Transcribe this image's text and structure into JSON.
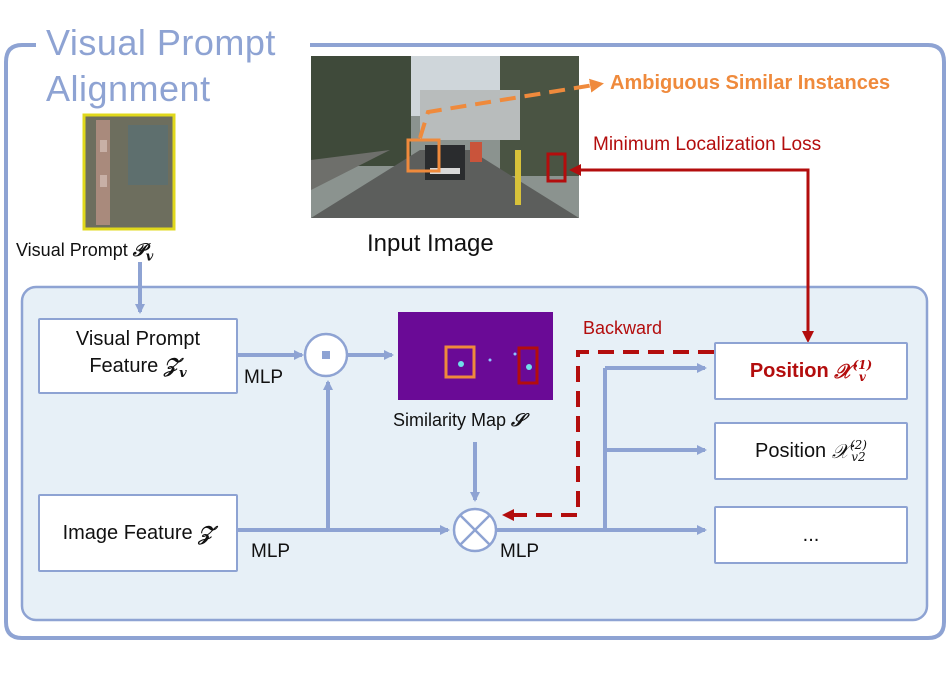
{
  "title": "Visual Prompt\nAlignment",
  "labels": {
    "ambiguous": "Ambiguous Similar Instances",
    "min_loss": "Minimum Localization Loss",
    "input_image": "Input Image",
    "visual_prompt": "Visual Prompt",
    "visual_prompt_symbol": "𝒫",
    "visual_prompt_sub": "v",
    "backward": "Backward",
    "similarity_map": "Similarity Map",
    "similarity_symbol": "𝒮",
    "mlp_top": "MLP",
    "mlp_bottom": "MLP",
    "mlp_right": "MLP"
  },
  "boxes": {
    "vp_feature_line1": "Visual Prompt",
    "vp_feature_line2": "Feature",
    "vp_feature_symbol": "𝒵",
    "vp_feature_sub": "v",
    "image_feature": "Image Feature",
    "image_feature_symbol": "𝒵",
    "position1": "Position",
    "position1_symbol": "𝒳",
    "position1_sub": "v",
    "position1_sup": "(1)",
    "position2": "Position",
    "position2_symbol": "𝒳",
    "position2_sub": "v2",
    "position2_sup": "(2)",
    "ellipsis": "..."
  },
  "operators": {
    "dot": "·",
    "multiply": "×"
  },
  "colors": {
    "blue": "#8ea3d3",
    "panel": "#e7f0f7",
    "red": "#b30d0d",
    "orange": "#ef8a3c",
    "heatmap": "#6a0a96"
  }
}
